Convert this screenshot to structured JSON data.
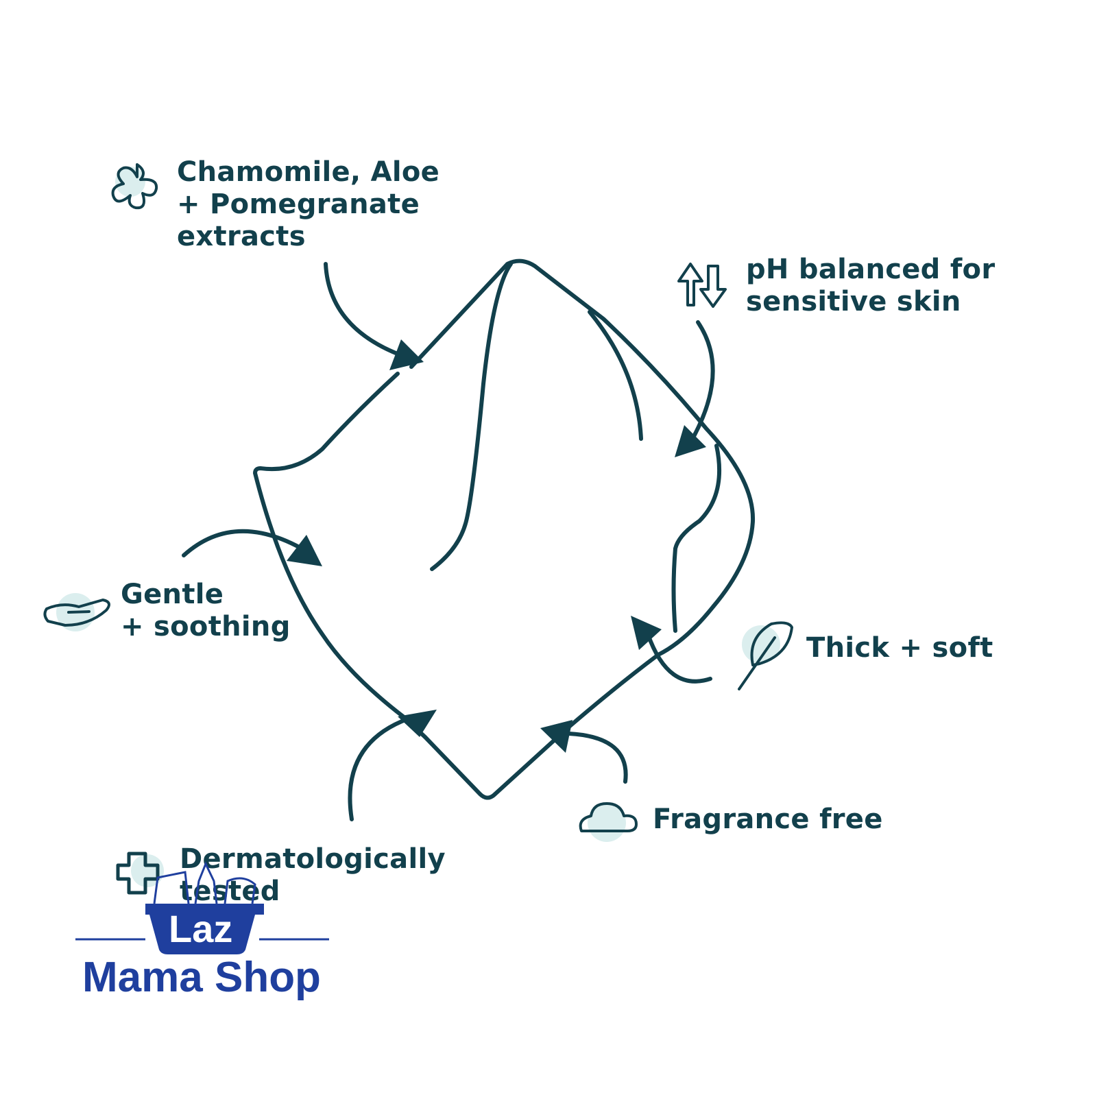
{
  "colors": {
    "ink": "#12404c",
    "tint": "#dbeeee",
    "brand": "#1f3f9e"
  },
  "features": [
    {
      "icon": "flower-icon",
      "lines": [
        "Chamomile, Aloe",
        "+ Pomegranate",
        "extracts"
      ]
    },
    {
      "icon": "ph-arrows-icon",
      "lines": [
        "pH balanced for",
        "sensitive skin"
      ]
    },
    {
      "icon": "hand-icon",
      "lines": [
        "Gentle",
        "+ soothing"
      ]
    },
    {
      "icon": "feather-icon",
      "lines": [
        "Thick + soft"
      ]
    },
    {
      "icon": "cloud-icon",
      "lines": [
        "Fragrance free"
      ]
    },
    {
      "icon": "cross-icon",
      "lines": [
        "Dermatologically",
        "tested"
      ]
    }
  ],
  "logo": {
    "badge": "Laz",
    "name": "Mama Shop"
  }
}
